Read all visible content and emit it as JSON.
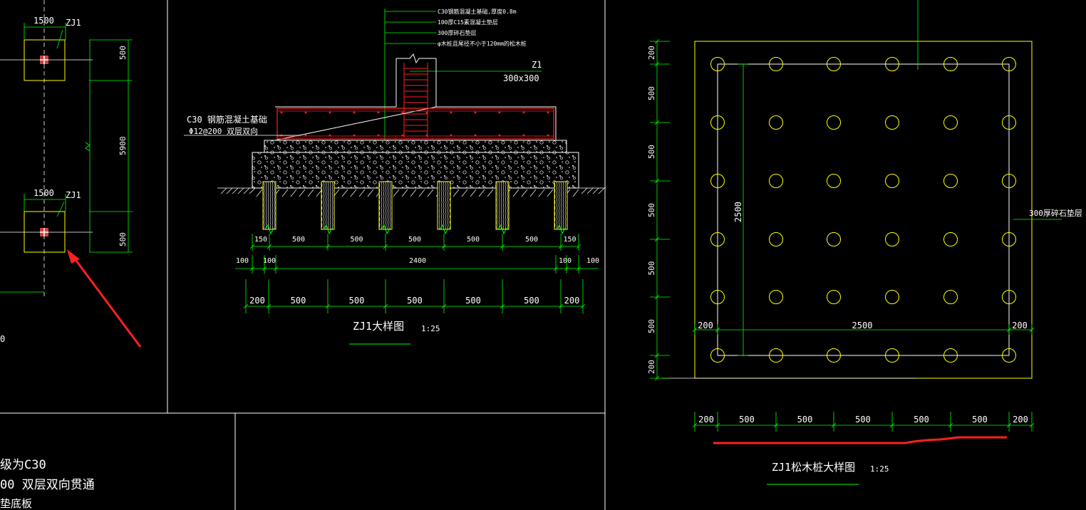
{
  "colors": {
    "background": "#000000",
    "frame": "#ffffff",
    "dimension": "#00ff00",
    "outline": "#ffff00",
    "footing": "#ff2020",
    "annotation_arrow": "#ff2020"
  },
  "left_panel": {
    "dim_1500_top": "1500",
    "zj1_top": "ZJ1",
    "dim_1500_bottom": "1500",
    "zj1_bottom": "ZJ1",
    "dim_500_top": "500",
    "dim_5900": "5900",
    "dim_500_bottom": "500",
    "cut_text_0": "0"
  },
  "section": {
    "callouts": [
      "C30钢筋混凝土基础,厚度0.8m",
      "100厚C15素混凝土垫层",
      "300厚碎石垫层",
      "φ木桩且尾径不小于120mm的松木桩"
    ],
    "column_label": "Z1",
    "column_size": "300x300",
    "rebar_note_1": "C30 钢筋混凝土基础",
    "rebar_note_2": "Φ12@200 双层双向",
    "dim_row1": [
      "150",
      "500",
      "500",
      "500",
      "500",
      "500",
      "150"
    ],
    "dim_row2": [
      "100",
      "100",
      "2400",
      "100",
      "100"
    ],
    "dim_row3": [
      "200",
      "500",
      "500",
      "500",
      "500",
      "500",
      "200"
    ],
    "title": "ZJ1大样图",
    "scale": "1:25"
  },
  "plan": {
    "left_dims": [
      "200",
      "500",
      "500",
      "500",
      "500",
      "500",
      "200"
    ],
    "inner_dim": "2500",
    "mid_dims": [
      "200",
      "2500",
      "200"
    ],
    "bottom_dims": [
      "200",
      "500",
      "500",
      "500",
      "500",
      "500",
      "200"
    ],
    "gravel_note": "300厚碎石垫层",
    "title": "ZJ1松木桩大样图",
    "scale": "1:25"
  },
  "title_block": {
    "line1": "级为C30",
    "line2": "00 双层双向贯通",
    "line3": "垫底板"
  }
}
